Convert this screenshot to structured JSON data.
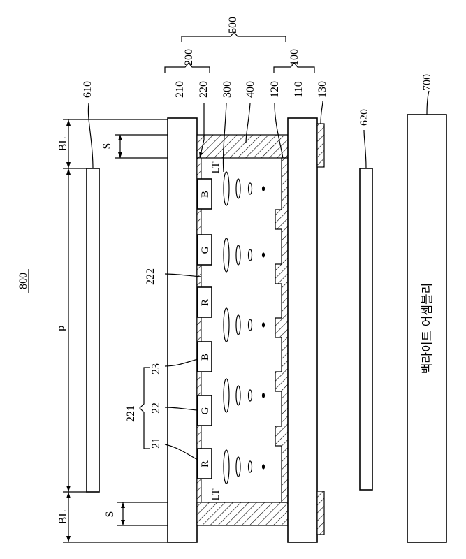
{
  "figure_label": "800",
  "labels": {
    "n500": "500",
    "n200": "200",
    "n100": "100",
    "n210": "210",
    "n220": "220",
    "n300": "300",
    "n400": "400",
    "n120": "120",
    "n110": "110",
    "n130": "130",
    "n610": "610",
    "n620": "620",
    "n700": "700",
    "n222": "222",
    "n221": "221",
    "n21": "21",
    "n22": "22",
    "n23": "23",
    "BL_top": "BL",
    "BL_bottom": "BL",
    "P": "P",
    "S_top": "S",
    "S_bottom": "S",
    "LT_top": "LT",
    "LT_bottom": "LT"
  },
  "filters": [
    "B",
    "G",
    "R",
    "B",
    "G",
    "R"
  ],
  "backlight_text": "백라이트 어셈블리"
}
